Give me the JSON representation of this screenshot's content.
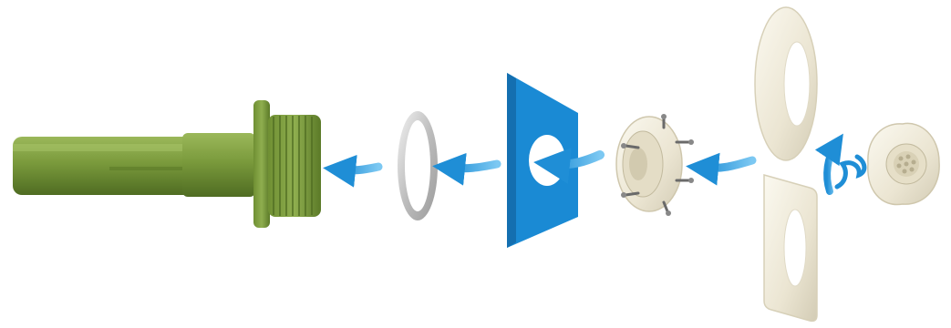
{
  "diagram": {
    "type": "exploded-assembly",
    "colors": {
      "pipe": "#7a9a3c",
      "pipe_dark": "#5b7a28",
      "gasket": "#c8c8c8",
      "panel": "#1a8ad4",
      "fitting": "#ece7d6",
      "arrow": "#2f9fe0"
    },
    "parts": [
      {
        "name": "threaded-pipe-body"
      },
      {
        "name": "gasket-ring"
      },
      {
        "name": "wall-panel"
      },
      {
        "name": "inlet-fitting-with-screws"
      },
      {
        "name": "round-cover-ring"
      },
      {
        "name": "square-cover-plate"
      },
      {
        "name": "eyeball-nozzle"
      }
    ],
    "arrows": [
      {
        "name": "arrow-gasket-to-pipe",
        "direction": "left"
      },
      {
        "name": "arrow-panel-to-gasket",
        "direction": "left"
      },
      {
        "name": "arrow-fitting-to-panel",
        "direction": "left"
      },
      {
        "name": "arrow-cover-to-fitting",
        "direction": "left"
      },
      {
        "name": "arrow-nozzle-screw-in",
        "direction": "up-twist"
      }
    ]
  }
}
